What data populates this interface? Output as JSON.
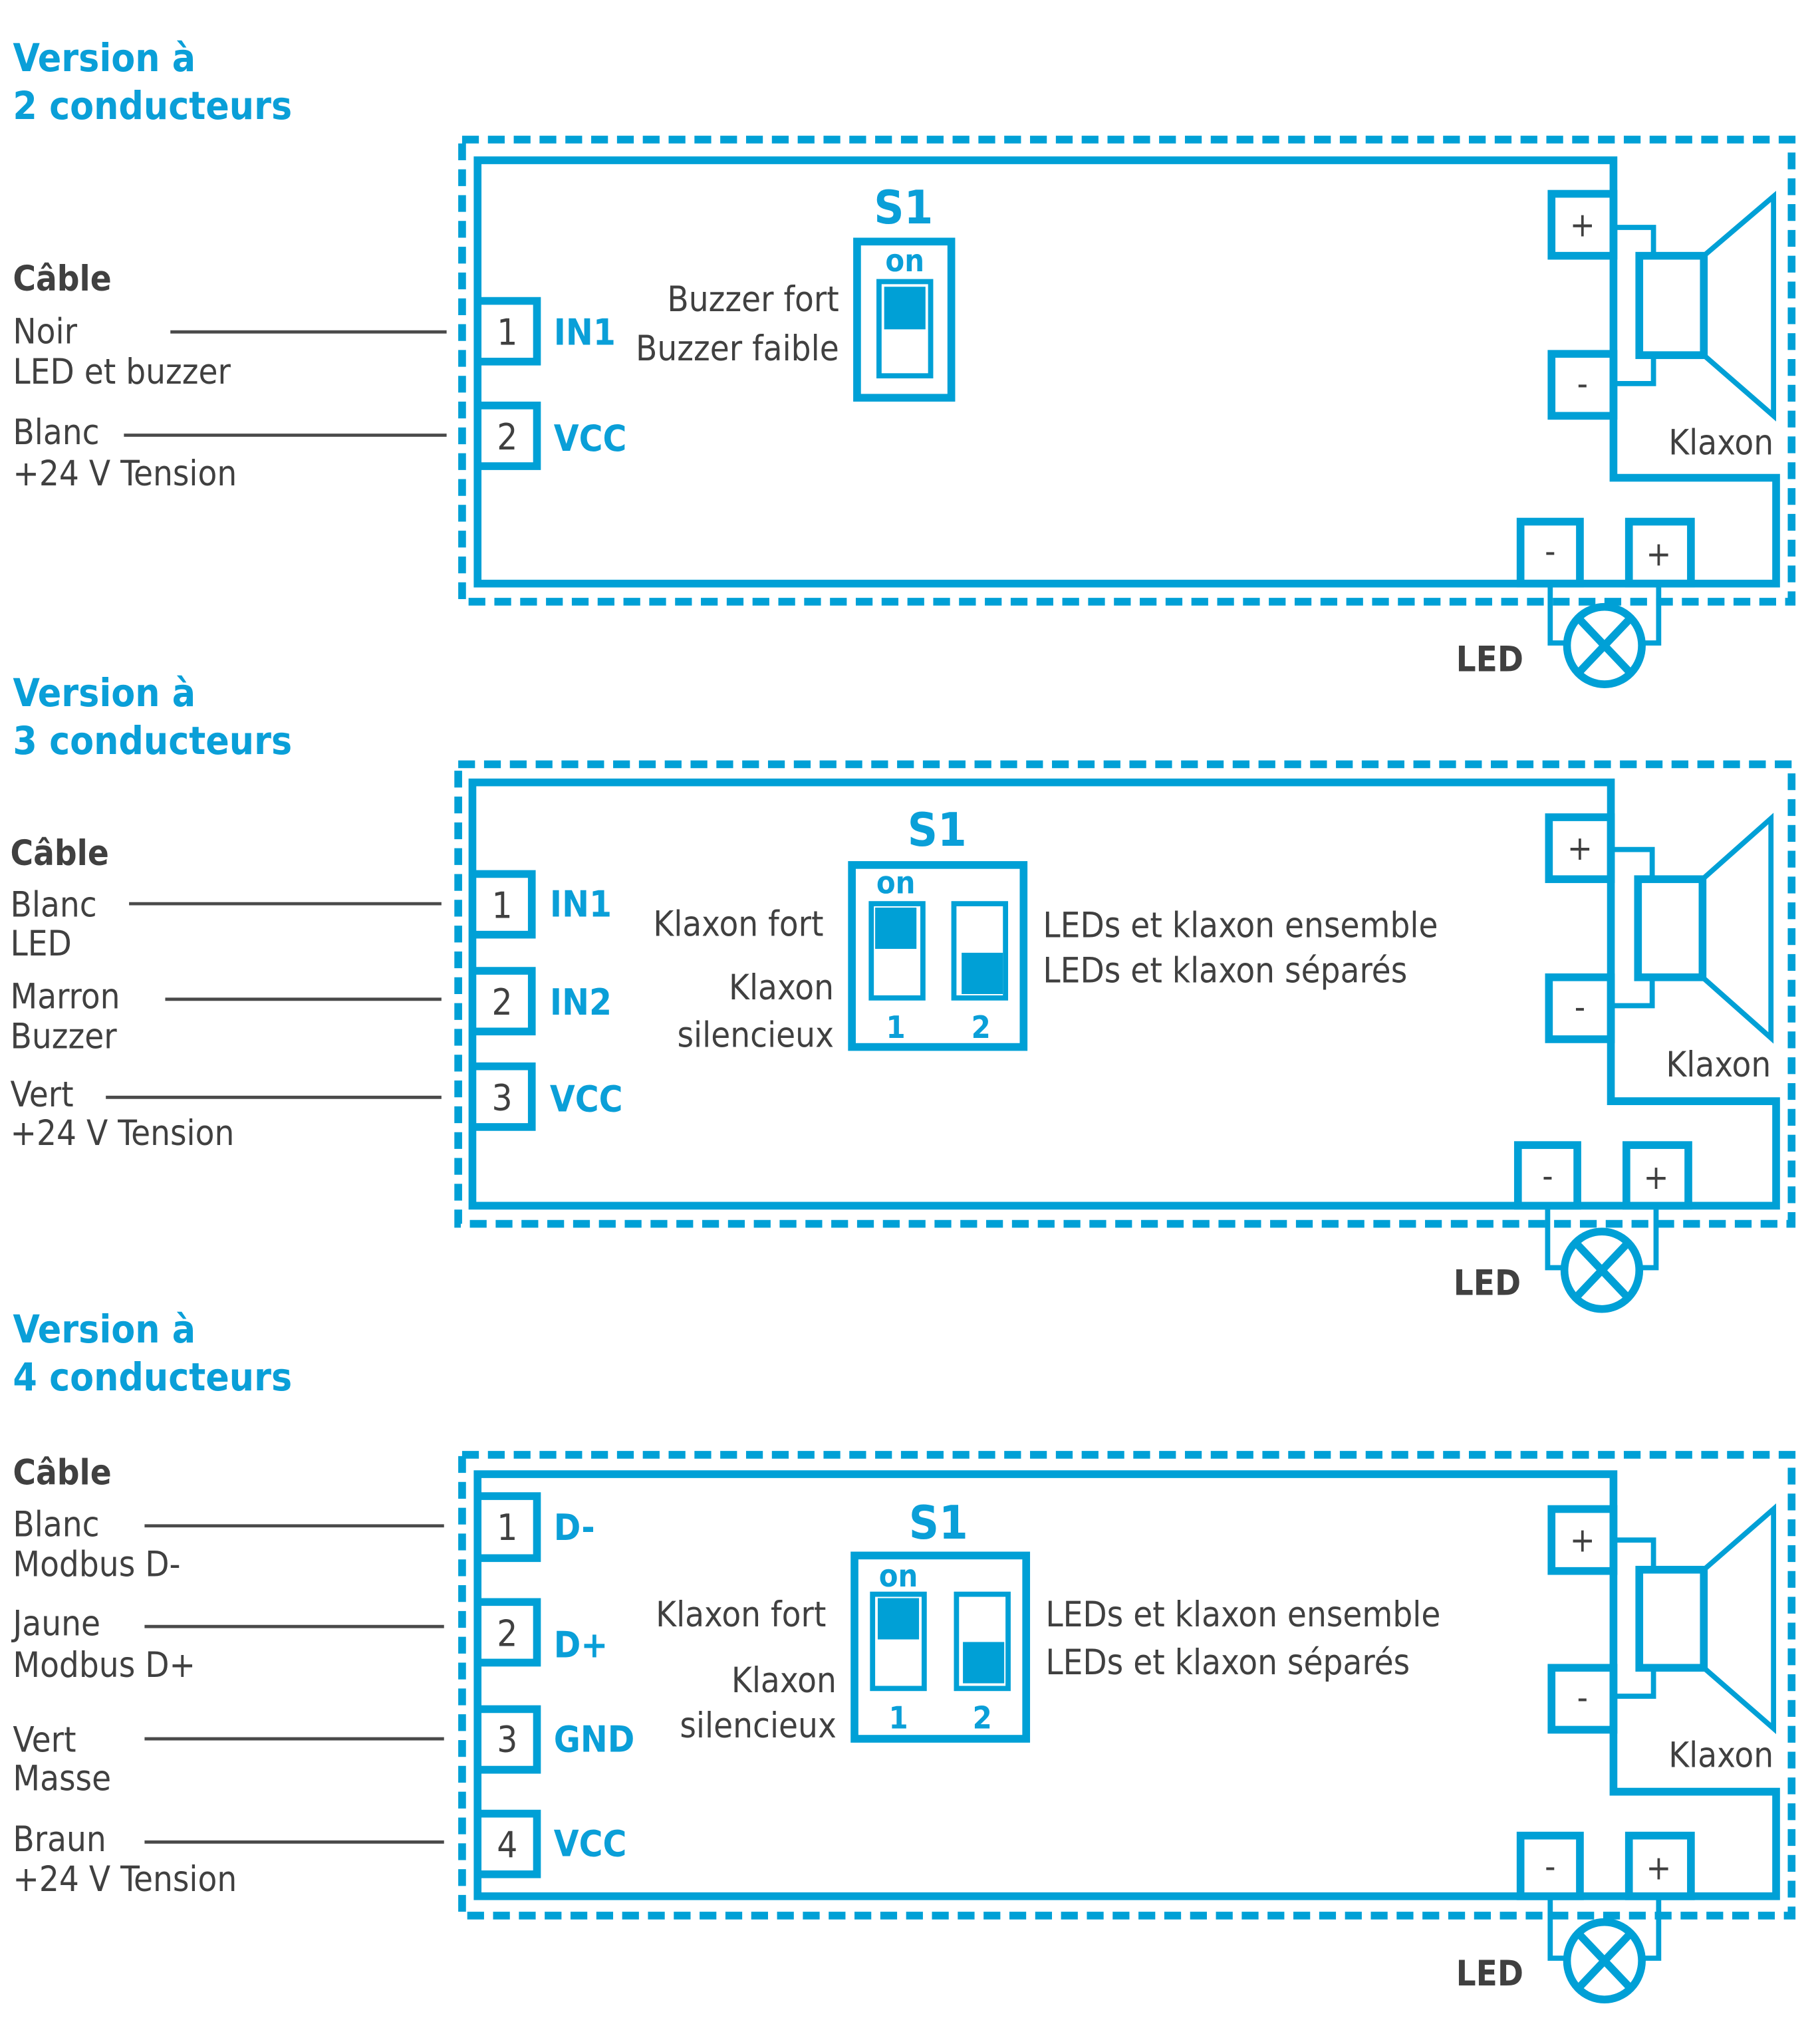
{
  "colors": {
    "accent": "#00A0D6",
    "text": "#404040"
  },
  "sections": [
    {
      "title_line1": "Version à",
      "title_line2": "2 conducteurs",
      "cable_header": "Câble",
      "wires": [
        {
          "color": "Noir",
          "function": "LED et buzzer",
          "pin": "1",
          "signal": "IN1"
        },
        {
          "color": "Blanc",
          "function": "+24 V Tension",
          "pin": "2",
          "signal": "VCC"
        }
      ],
      "switch": {
        "name": "S1",
        "on_label": "on",
        "left_labels": [
          "Buzzer fort",
          "Buzzer faible"
        ],
        "dips": [
          {
            "number": "",
            "state": "on"
          }
        ]
      },
      "horn": {
        "label": "Klaxon",
        "plus": "+",
        "minus": "-"
      },
      "led": {
        "label": "LED",
        "plus": "+",
        "minus": "-"
      }
    },
    {
      "title_line1": "Version à",
      "title_line2": "3 conducteurs",
      "cable_header": "Câble",
      "wires": [
        {
          "color": "Blanc",
          "function": "LED",
          "pin": "1",
          "signal": "IN1"
        },
        {
          "color": "Marron",
          "function": "Buzzer",
          "pin": "2",
          "signal": "IN2"
        },
        {
          "color": "Vert",
          "function": "+24 V Tension",
          "pin": "3",
          "signal": "VCC"
        }
      ],
      "switch": {
        "name": "S1",
        "on_label": "on",
        "left_labels": [
          "Klaxon fort",
          "Klaxon",
          "silencieux"
        ],
        "right_labels": [
          "LEDs et klaxon ensemble",
          "LEDs et klaxon séparés"
        ],
        "dips": [
          {
            "number": "1",
            "state": "on"
          },
          {
            "number": "2",
            "state": "off"
          }
        ]
      },
      "horn": {
        "label": "Klaxon",
        "plus": "+",
        "minus": "-"
      },
      "led": {
        "label": "LED",
        "plus": "+",
        "minus": "-"
      }
    },
    {
      "title_line1": "Version à",
      "title_line2": "4 conducteurs",
      "cable_header": "Câble",
      "wires": [
        {
          "color": "Blanc",
          "function": "Modbus D-",
          "pin": "1",
          "signal": "D-"
        },
        {
          "color": "Jaune",
          "function": "Modbus D+",
          "pin": "2",
          "signal": "D+"
        },
        {
          "color": "Vert",
          "function": "Masse",
          "pin": "3",
          "signal": "GND"
        },
        {
          "color": "Braun",
          "function": "+24 V Tension",
          "pin": "4",
          "signal": "VCC"
        }
      ],
      "switch": {
        "name": "S1",
        "on_label": "on",
        "left_labels": [
          "Klaxon fort",
          "Klaxon",
          "silencieux"
        ],
        "right_labels": [
          "LEDs et klaxon ensemble",
          "LEDs et klaxon séparés"
        ],
        "dips": [
          {
            "number": "1",
            "state": "on"
          },
          {
            "number": "2",
            "state": "off"
          }
        ]
      },
      "horn": {
        "label": "Klaxon",
        "plus": "+",
        "minus": "-"
      },
      "led": {
        "label": "LED",
        "plus": "+",
        "minus": "-"
      }
    }
  ]
}
